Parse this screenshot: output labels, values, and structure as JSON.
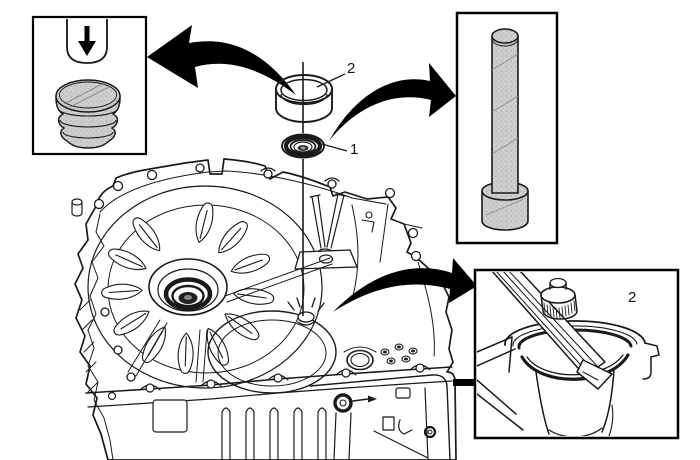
{
  "figure": {
    "kind": "technical-illustration",
    "labels": {
      "cup_seal": "2",
      "shaft_seal": "1",
      "inset_seal": "2"
    },
    "colors": {
      "background": "#ffffff",
      "line": "#1a1a1a",
      "arrow_black": "#000000",
      "part_gray": "#cdcdcd"
    },
    "icons": {
      "insertion_arrow": "down-arrow",
      "callout_arrow": "curved-black-arrow",
      "detail_pointer": "thin-right-arrow"
    }
  }
}
